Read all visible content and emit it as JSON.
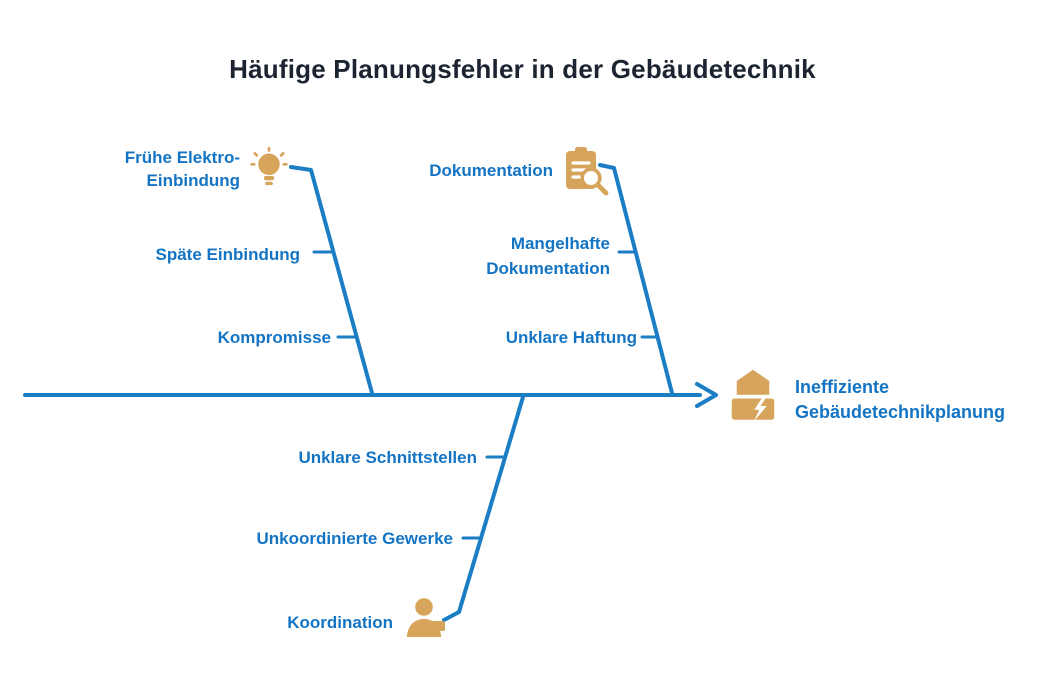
{
  "title": "Häufige Planungsfehler in der Gebäudetechnik",
  "diagram": {
    "type": "fishbone",
    "effect": {
      "label_line1": "Ineffiziente",
      "label_line2": "Gebäudetechnikplanung",
      "icon": "building-lightning-icon"
    },
    "branches": [
      {
        "id": "elektro-einbindung",
        "position": "top-left",
        "label_line1": "Frühe Elektro-",
        "label_line2": "Einbindung",
        "icon": "lightbulb-icon",
        "causes": [
          {
            "label": "Späte Einbindung"
          },
          {
            "label": "Kompromisse"
          }
        ]
      },
      {
        "id": "dokumentation",
        "position": "top-right",
        "label_line1": "Dokumentation",
        "icon": "clipboard-magnifier-icon",
        "causes": [
          {
            "label_line1": "Mangelhafte",
            "label_line2": "Dokumentation"
          },
          {
            "label": "Unklare Haftung"
          }
        ]
      },
      {
        "id": "koordination",
        "position": "bottom",
        "label_line1": "Koordination",
        "icon": "coordination-person-icon",
        "causes": [
          {
            "label": "Unklare Schnittstellen"
          },
          {
            "label": "Unkoordinierte Gewerke"
          }
        ]
      }
    ]
  },
  "colors": {
    "line_blue": "#1b7ec4",
    "label_blue": "#1474c4",
    "icon_tan": "#d7a45c",
    "title_dark": "#1b2430",
    "background": "#ffffff"
  }
}
